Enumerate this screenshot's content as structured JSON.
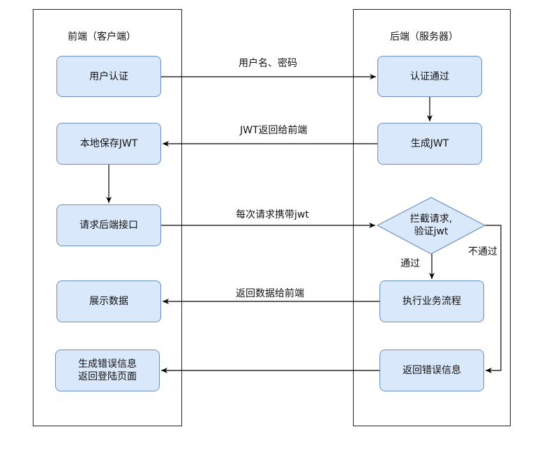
{
  "lanes": {
    "client_title": "前端（客户端）",
    "server_title": "后端（服务器）"
  },
  "nodes": {
    "user_auth": "用户认证",
    "save_jwt": "本地保存JWT",
    "request_api": "请求后端接口",
    "show_data": "展示数据",
    "error_info": "生成错误信息\n返回登陆页面",
    "auth_pass": "认证通过",
    "gen_jwt": "生成JWT",
    "intercept": "拦截请求,\n验证jwt",
    "exec_flow": "执行业务流程",
    "return_error": "返回错误信息"
  },
  "edges": {
    "credentials": "用户名、密码",
    "return_jwt": "JWT返回给前端",
    "carry_jwt": "每次请求携带jwt",
    "return_data": "返回数据给前端",
    "pass": "通过",
    "fail": "不通过"
  },
  "colors": {
    "node_fill": "#dae8fc",
    "node_stroke": "#6c8ebf"
  }
}
